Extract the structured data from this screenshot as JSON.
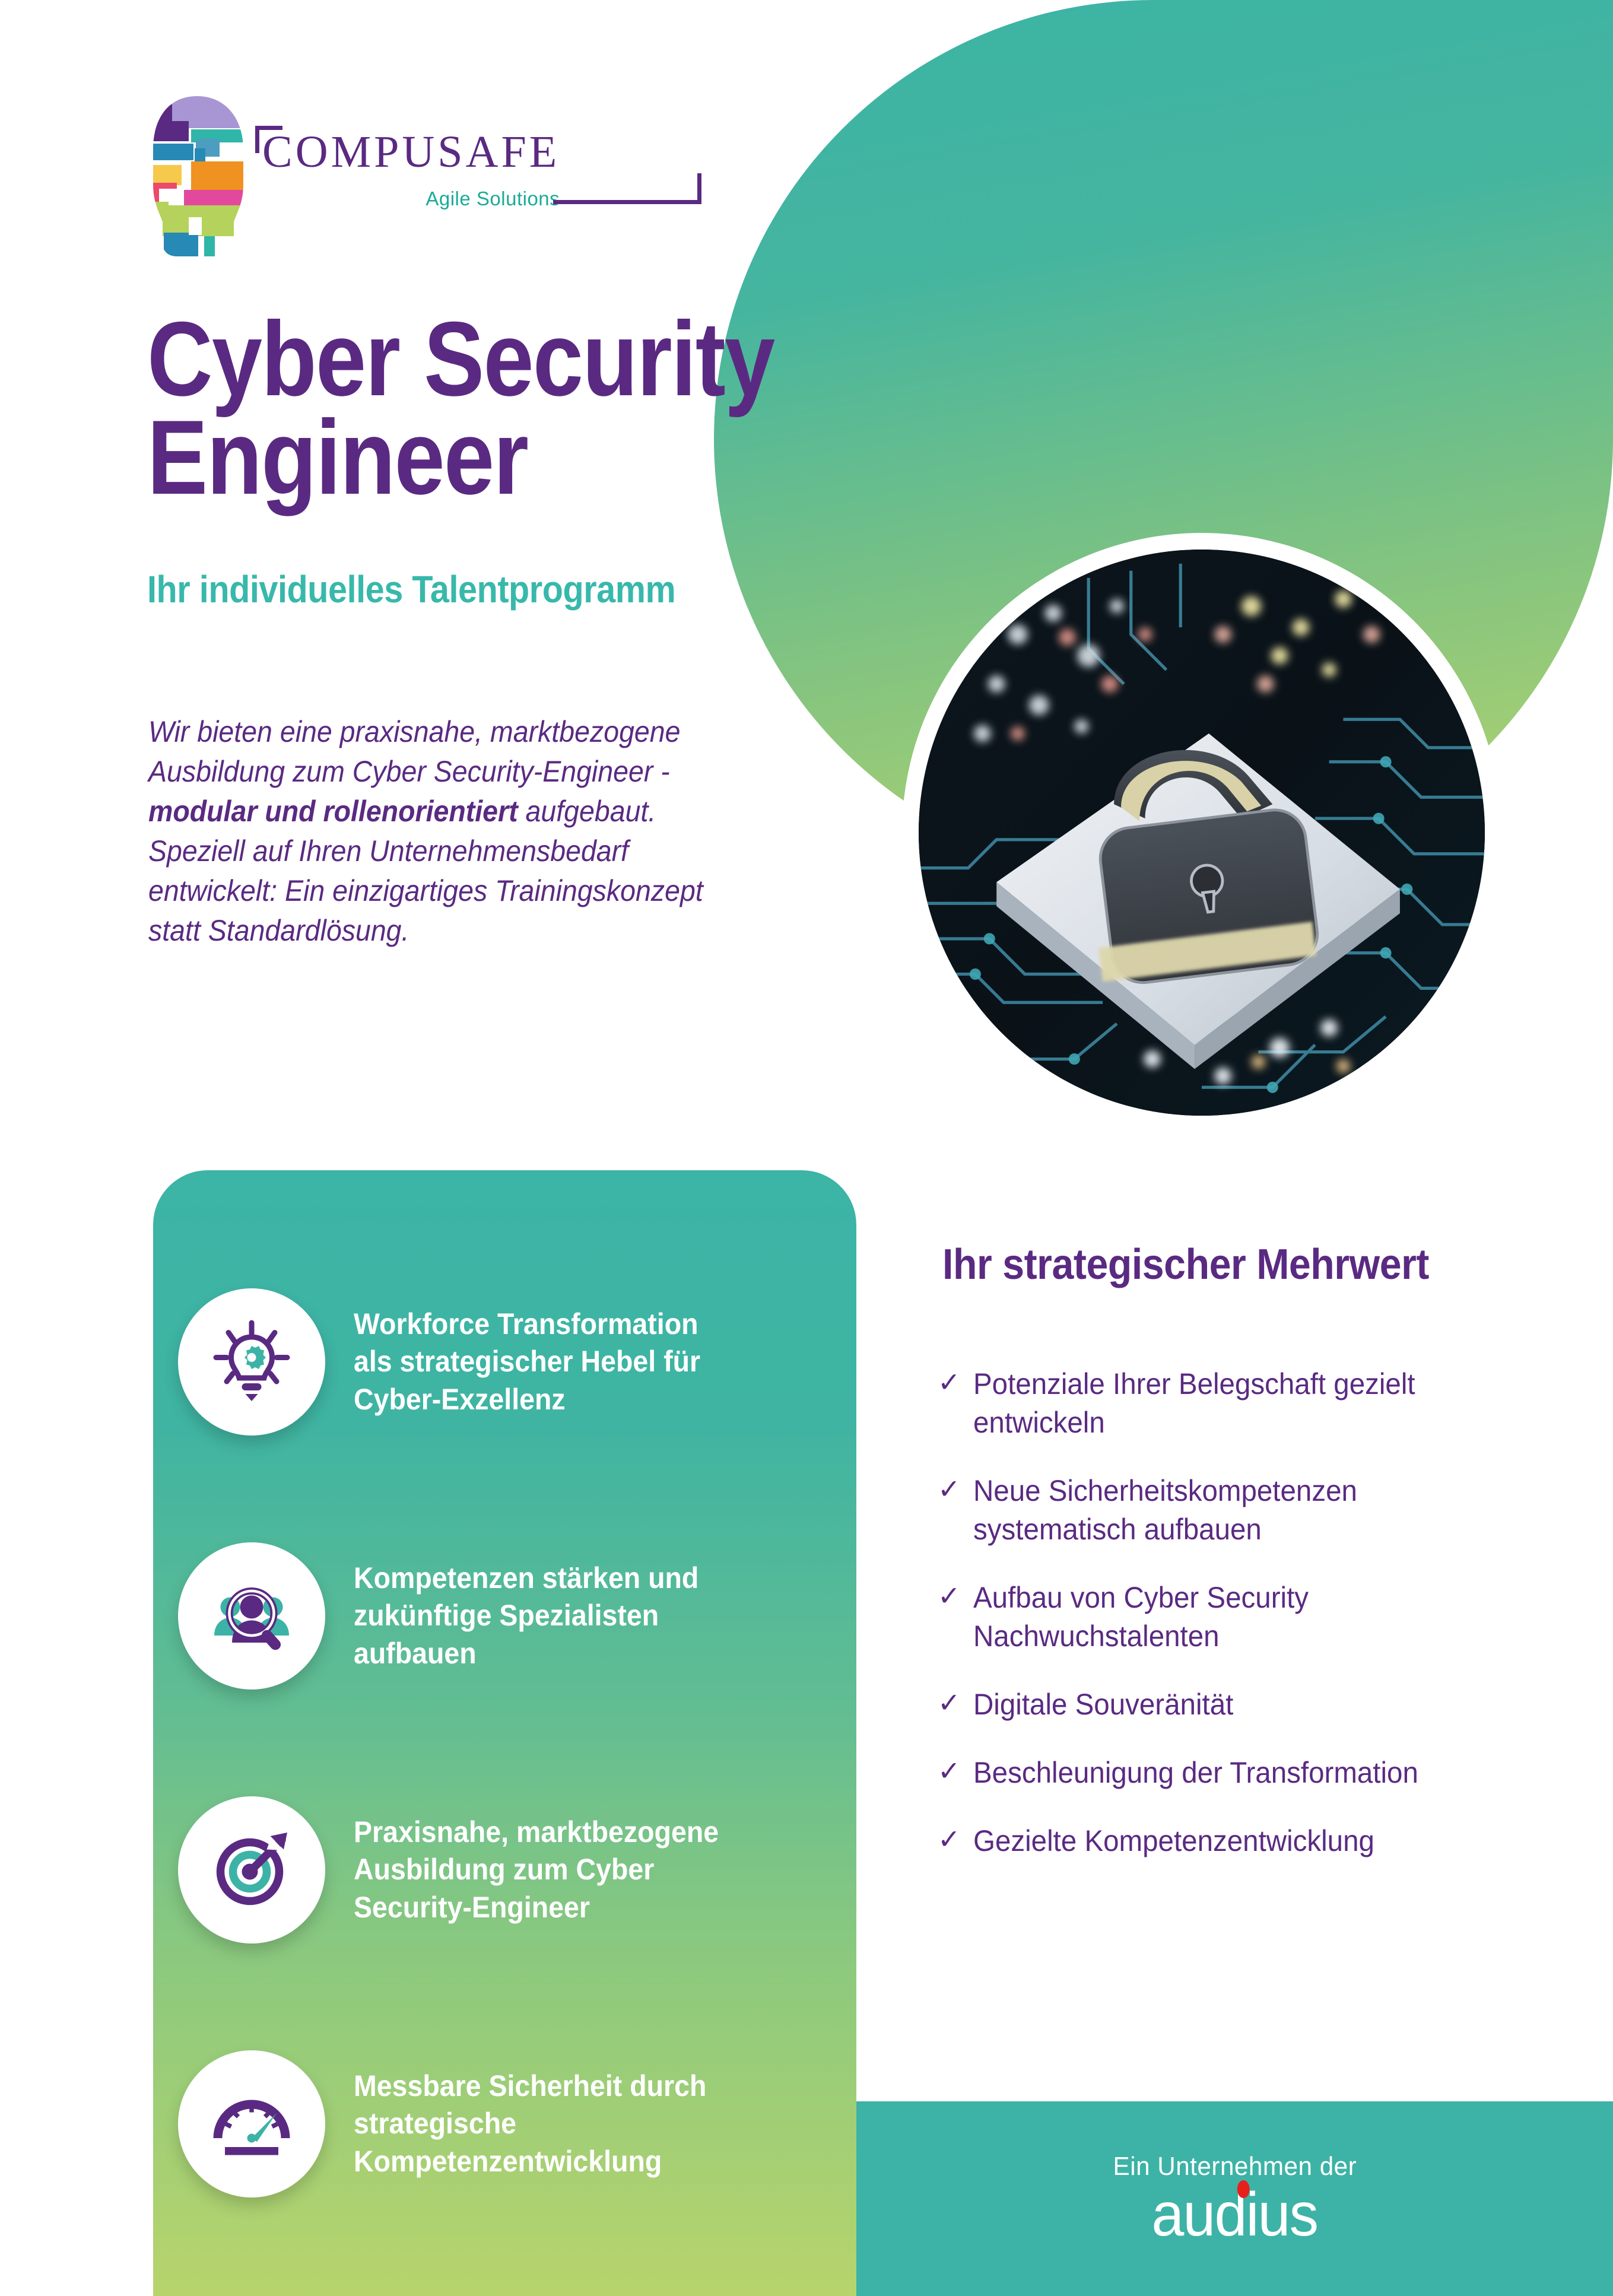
{
  "brand": {
    "logo_wordmark": "COMPUSAFE",
    "logo_tagline": "Agile Solutions",
    "purple": "#5a2a82",
    "teal": "#3cb3a6",
    "green": "#b7d46c"
  },
  "header": {
    "title_line1": "Cyber Security",
    "title_line2": "Engineer",
    "subtitle": "Ihr individuelles Talentprogramm"
  },
  "intro": {
    "part1": "Wir bieten eine praxisnahe, marktbezogene Ausbildung zum Cyber Security-Engineer - ",
    "emphasis": "modular und rollenorientiert",
    "part2": " aufgebaut. Speziell auf Ihren Unternehmensbedarf entwickelt: Ein einzigartiges Trainingskonzept statt Standardlösung."
  },
  "hero_image": {
    "alt": "padlock on circuit board"
  },
  "features": [
    {
      "icon": "lightbulb-gear-icon",
      "text": "Workforce Transformation als strategischer Hebel für Cyber-Exzellenz"
    },
    {
      "icon": "people-search-icon",
      "text": "Kompetenzen stärken und zukünftige Spezialisten aufbauen"
    },
    {
      "icon": "target-arrow-icon",
      "text": "Praxisnahe, marktbezogene Ausbildung zum Cyber Security-Engineer"
    },
    {
      "icon": "speedometer-icon",
      "text": "Messbare Sicherheit durch strategische Kompetenzentwicklung"
    }
  ],
  "value_section": {
    "title": "Ihr strategischer Mehrwert",
    "check_glyph": "✓",
    "items": [
      "Potenziale Ihrer Belegschaft gezielt entwickeln",
      "Neue Sicherheitskompetenzen systematisch aufbauen",
      "Aufbau von Cyber Security Nachwuchstalenten",
      "Digitale Souveränität",
      "Beschleunigung der Transformation",
      "Gezielte Kompetenzentwicklung"
    ]
  },
  "footer": {
    "line1": "Ein Unternehmen der",
    "company": "audius"
  }
}
